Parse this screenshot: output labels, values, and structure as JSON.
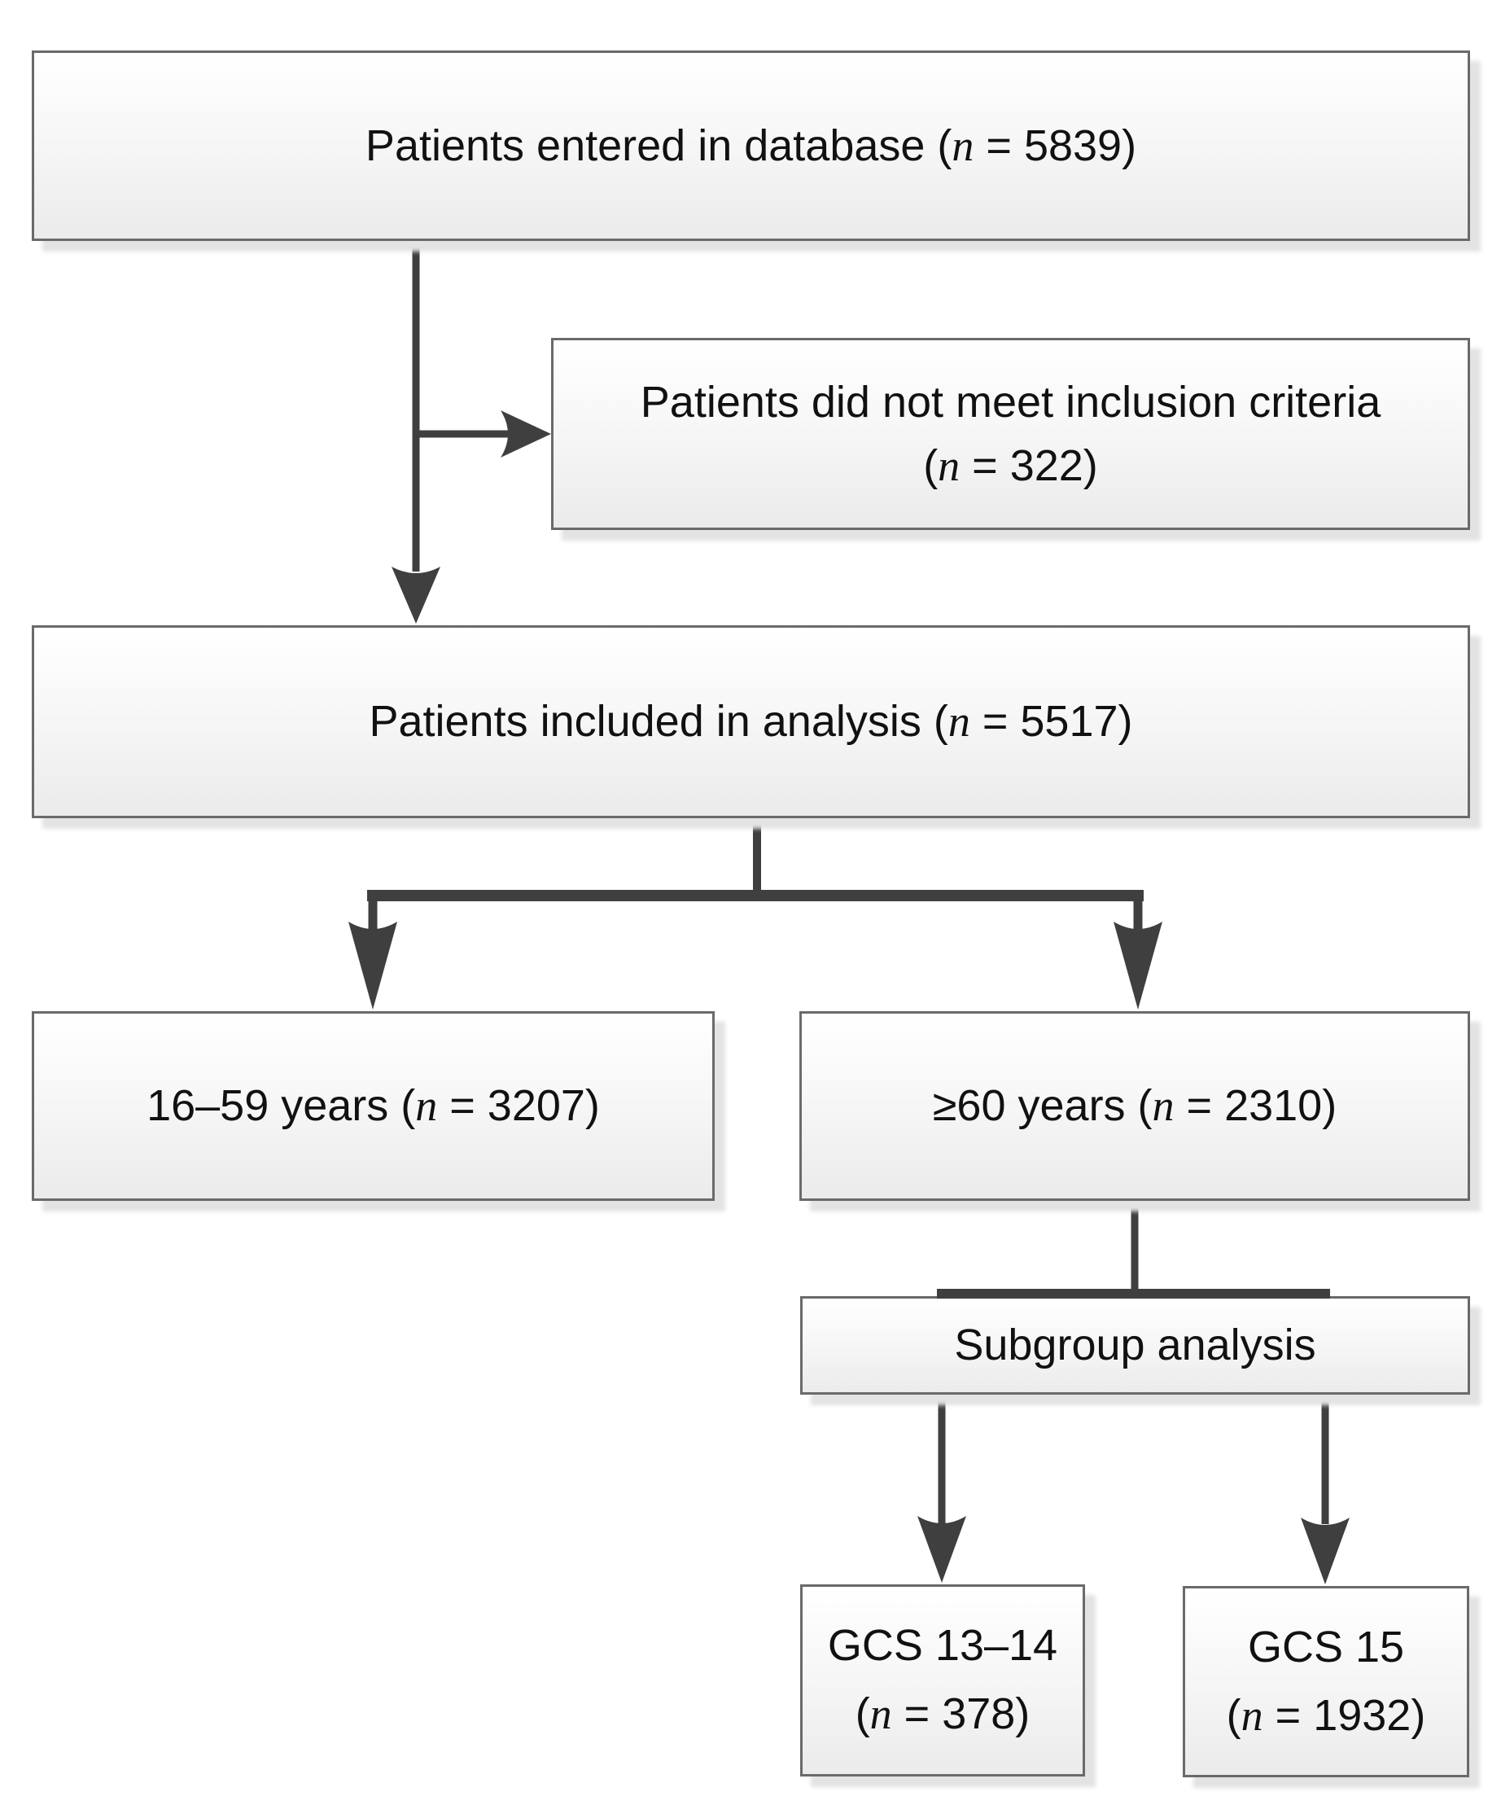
{
  "colors": {
    "connector": "#3f3f3f",
    "box_border": "#6a6a6a",
    "box_fill_bottom": "#ebebeb",
    "shadow": "#e3e3e3",
    "text": "#111111"
  },
  "boxes": {
    "entered": {
      "pre": "Patients entered in database (",
      "n": "n",
      "post": " = 5839)"
    },
    "excluded": {
      "line1": "Patients did not meet inclusion criteria",
      "pre": "(",
      "n": "n",
      "post": " = 322)"
    },
    "included": {
      "pre": "Patients included in analysis (",
      "n": "n",
      "post": " = 5517)"
    },
    "younger": {
      "pre": "16–59 years (",
      "n": "n",
      "post": " = 3207)"
    },
    "older": {
      "pre": "≥60 years (",
      "n": "n",
      "post": " = 2310)"
    },
    "subgroup": {
      "label": "Subgroup analysis"
    },
    "gcs1314": {
      "line1": "GCS 13–14",
      "pre": "(",
      "n": "n",
      "post": " = 378)"
    },
    "gcs15": {
      "line1": "GCS 15",
      "pre": "(",
      "n": "n",
      "post": " = 1932)"
    }
  }
}
